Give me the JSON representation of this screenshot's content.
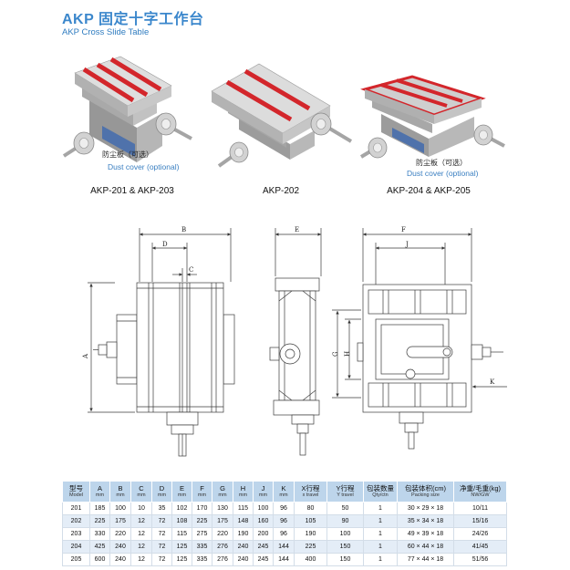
{
  "header": {
    "title": "AKP 固定十字工作台",
    "subtitle": "AKP Cross Slide Table"
  },
  "colors": {
    "accent": "#3b87cc",
    "slot_red": "#d3262b",
    "dust_cover": "#4f72ab",
    "table_header": "#bdd5eb"
  },
  "products": [
    {
      "caption": "AKP-201 & AKP-203",
      "note_cn": "防尘板（可选）",
      "note_en": "Dust cover (optional)"
    },
    {
      "caption": "AKP-202"
    },
    {
      "caption": "AKP-204 & AKP-205",
      "note_cn": "防尘板（可选）",
      "note_en": "Dust cover (optional)"
    }
  ],
  "drawing_labels": {
    "a": "A",
    "b": "B",
    "c": "C",
    "d": "D",
    "e": "E",
    "f": "F",
    "j": "J",
    "g": "G",
    "h": "H",
    "k": "K"
  },
  "spec_table": {
    "headers": [
      {
        "cn": "型号",
        "en": "Model"
      },
      {
        "cn": "A",
        "en": "mm"
      },
      {
        "cn": "B",
        "en": "mm"
      },
      {
        "cn": "C",
        "en": "mm"
      },
      {
        "cn": "D",
        "en": "mm"
      },
      {
        "cn": "E",
        "en": "mm"
      },
      {
        "cn": "F",
        "en": "mm"
      },
      {
        "cn": "G",
        "en": "mm"
      },
      {
        "cn": "H",
        "en": "mm"
      },
      {
        "cn": "J",
        "en": "mm"
      },
      {
        "cn": "K",
        "en": "mm"
      },
      {
        "cn": "X行程",
        "en": "x travel"
      },
      {
        "cn": "Y行程",
        "en": "Y travel"
      },
      {
        "cn": "包装数量",
        "en": "Qty/ctn"
      },
      {
        "cn": "包装体积(cm)",
        "en": "Packing size"
      },
      {
        "cn": "净重/毛重(kg)",
        "en": "NW/GW"
      }
    ],
    "rows": [
      [
        "201",
        "185",
        "100",
        "10",
        "35",
        "102",
        "170",
        "130",
        "115",
        "100",
        "96",
        "80",
        "50",
        "1",
        "30 × 29 × 18",
        "10/11"
      ],
      [
        "202",
        "225",
        "175",
        "12",
        "72",
        "108",
        "225",
        "175",
        "148",
        "160",
        "96",
        "105",
        "90",
        "1",
        "35 × 34 × 18",
        "15/16"
      ],
      [
        "203",
        "330",
        "220",
        "12",
        "72",
        "115",
        "275",
        "220",
        "190",
        "200",
        "96",
        "190",
        "100",
        "1",
        "49 × 39 × 18",
        "24/26"
      ],
      [
        "204",
        "425",
        "240",
        "12",
        "72",
        "125",
        "335",
        "276",
        "240",
        "245",
        "144",
        "225",
        "150",
        "1",
        "60 × 44 × 18",
        "41/45"
      ],
      [
        "205",
        "600",
        "240",
        "12",
        "72",
        "125",
        "335",
        "276",
        "240",
        "245",
        "144",
        "400",
        "150",
        "1",
        "77 × 44 × 18",
        "51/56"
      ]
    ]
  }
}
